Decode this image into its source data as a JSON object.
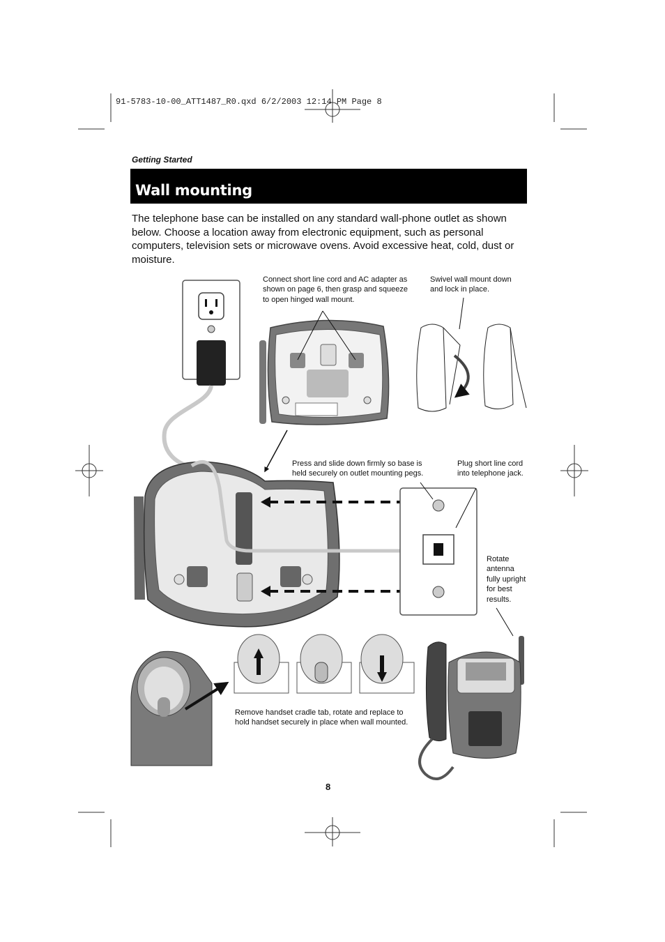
{
  "slug": "91-5783-10-00_ATT1487_R0.qxd  6/2/2003  12:14 PM  Page 8",
  "section_label": "Getting Started",
  "title": "Wall mounting",
  "intro": "The telephone base can be installed on any standard wall-phone outlet as shown below. Choose a location away from electronic equipment, such as personal computers, television sets or microwave ovens. Avoid excessive heat, cold, dust or moisture.",
  "captions": {
    "connect": "Connect short line cord and AC adapter as shown on page 6, then grasp and squeeze to open hinged wall mount.",
    "swivel": "Swivel wall mount down and lock in place.",
    "press": "Press and slide down firmly so base is held securely on outlet mounting pegs.",
    "plug": "Plug short line cord into telephone jack.",
    "rotate": "Rotate antenna fully upright for best results.",
    "remove": "Remove handset cradle tab, rotate and replace to hold handset securely in place when wall mounted."
  },
  "page_number": "8",
  "colors": {
    "title_bar": "#000000",
    "title_text": "#ffffff",
    "device_dark": "#6f6f6f",
    "device_light": "#d9d9d9"
  },
  "icons": [
    "crop-mark-icon",
    "registration-mark-icon",
    "arrow-icon",
    "power-outlet-icon",
    "telephone-jack-icon"
  ]
}
